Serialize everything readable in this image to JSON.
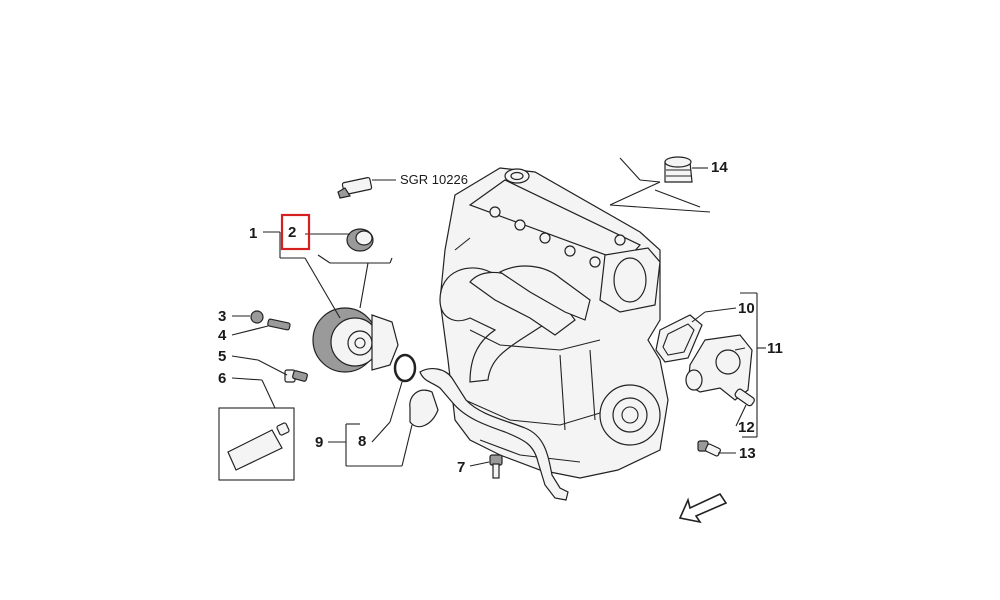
{
  "diagram": {
    "reference_code": "SGR 10226",
    "highlight_color": "#d62020",
    "labels": {
      "p1": "1",
      "p2": "2",
      "p3": "3",
      "p4": "4",
      "p5": "5",
      "p6": "6",
      "p7": "7",
      "p8": "8",
      "p9": "9",
      "p10": "10",
      "p11": "11",
      "p12": "12",
      "p13": "13",
      "p14": "14"
    }
  }
}
